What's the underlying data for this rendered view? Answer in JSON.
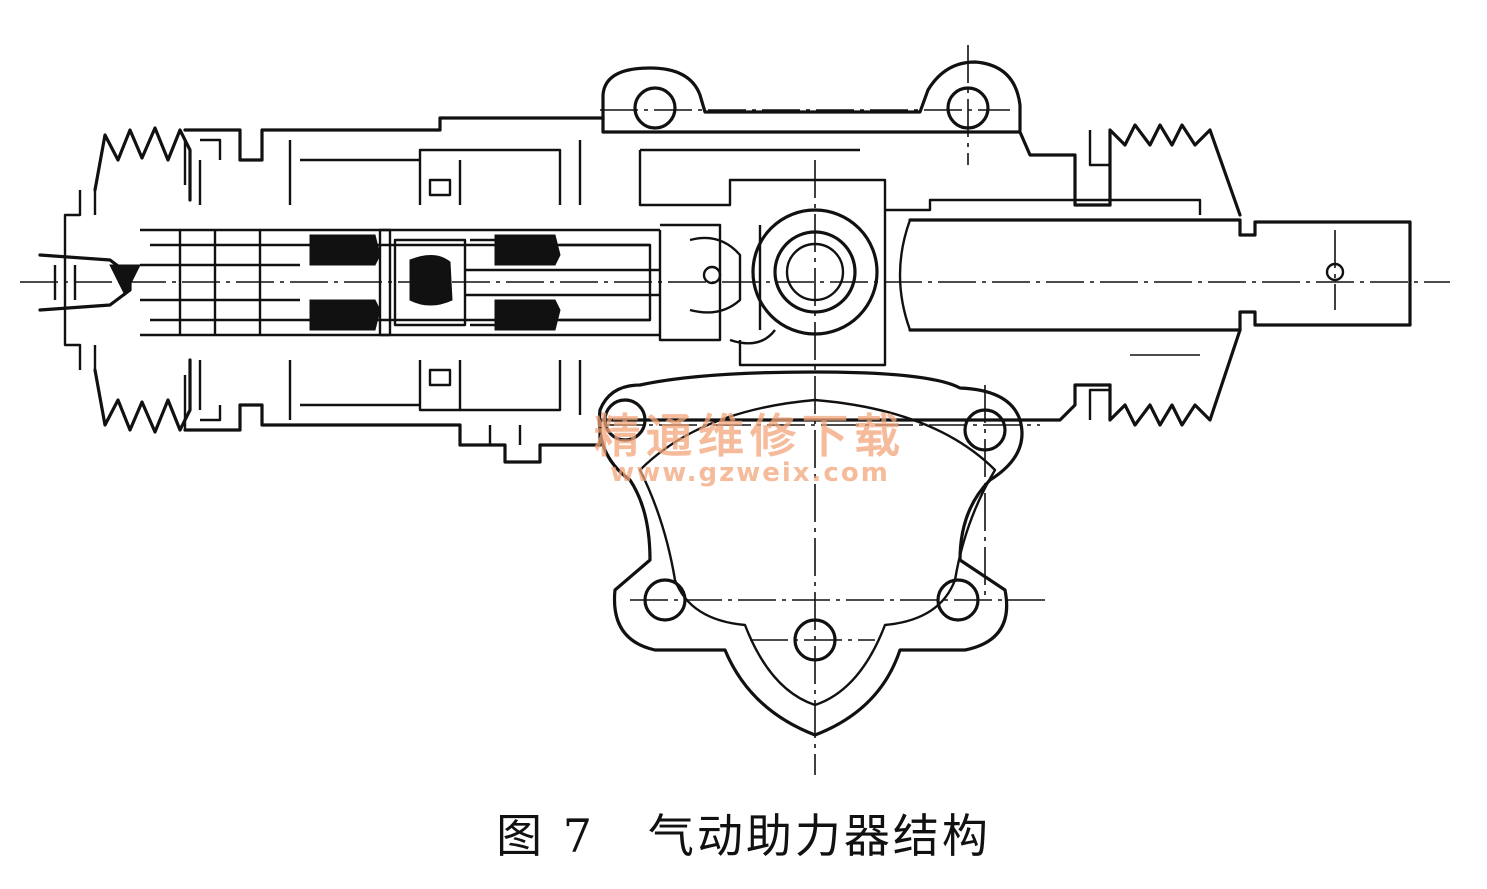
{
  "figure": {
    "caption_number": "图 7",
    "caption_title": "气动助力器结构"
  },
  "watermark": {
    "site_name": "精通维修下载",
    "url": "www.gzweix.com"
  },
  "colors": {
    "line": "#111111",
    "background": "#ffffff",
    "watermark": "#f2a57a"
  }
}
